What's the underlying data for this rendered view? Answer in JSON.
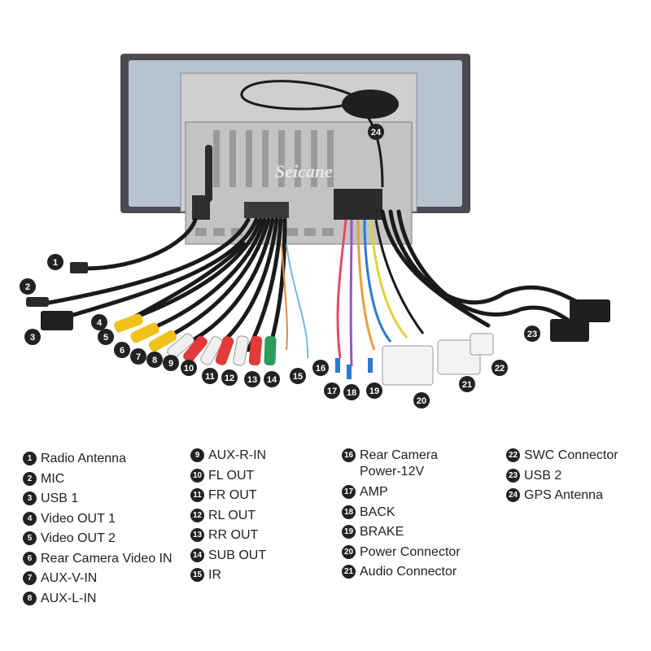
{
  "watermark": "Seicane",
  "colors": {
    "accent": "#222222",
    "cable": "#1a1a1a",
    "panel": "#c9c9c9",
    "frame": "#4a4a52"
  },
  "callout_numbers": [
    "1",
    "2",
    "3",
    "4",
    "5",
    "6",
    "7",
    "8",
    "9",
    "10",
    "11",
    "12",
    "13",
    "14",
    "15",
    "16",
    "17",
    "18",
    "19",
    "20",
    "21",
    "22",
    "23",
    "24"
  ],
  "legend": {
    "columns": [
      [
        {
          "num": "1",
          "label": "Radio Antenna"
        },
        {
          "num": "2",
          "label": "MIC"
        },
        {
          "num": "3",
          "label": "USB 1"
        },
        {
          "num": "4",
          "label": "Video OUT 1"
        },
        {
          "num": "5",
          "label": "Video OUT 2"
        },
        {
          "num": "6",
          "label": "Rear Camera Video IN"
        },
        {
          "num": "7",
          "label": "AUX-V-IN"
        },
        {
          "num": "8",
          "label": "AUX-L-IN"
        }
      ],
      [
        {
          "num": "9",
          "label": "AUX-R-IN"
        },
        {
          "num": "10",
          "label": "FL OUT"
        },
        {
          "num": "11",
          "label": "FR OUT"
        },
        {
          "num": "12",
          "label": "RL OUT"
        },
        {
          "num": "13",
          "label": "RR OUT"
        },
        {
          "num": "14",
          "label": "SUB OUT"
        },
        {
          "num": "15",
          "label": "IR"
        }
      ],
      [
        {
          "num": "16",
          "label": "Rear Camera",
          "label2": "Power-12V"
        },
        {
          "num": "17",
          "label": "AMP"
        },
        {
          "num": "18",
          "label": "BACK"
        },
        {
          "num": "19",
          "label": "BRAKE"
        },
        {
          "num": "20",
          "label": "Power Connector"
        },
        {
          "num": "21",
          "label": "Audio Connector"
        }
      ],
      [
        {
          "num": "22",
          "label": "SWC Connector"
        },
        {
          "num": "23",
          "label": "USB 2"
        },
        {
          "num": "24",
          "label": "GPS Antenna"
        }
      ]
    ]
  }
}
